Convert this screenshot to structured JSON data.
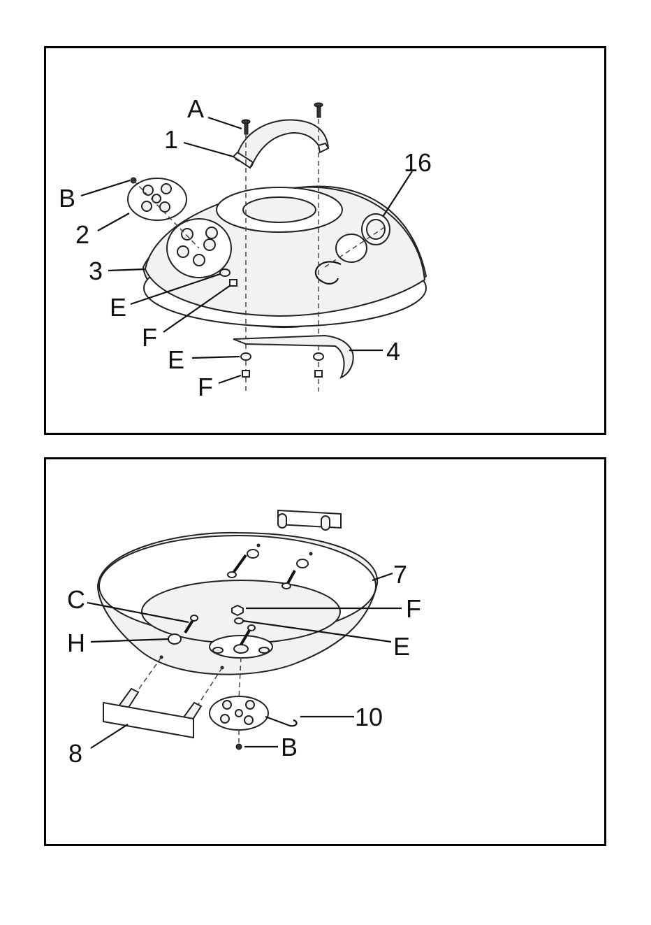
{
  "top_diagram": {
    "labels": {
      "A": "A",
      "one": "1",
      "B": "B",
      "two": "2",
      "three": "3",
      "sixteen": "16",
      "E1": "E",
      "F1": "F",
      "E2": "E",
      "four": "4",
      "F2": "F"
    }
  },
  "bottom_diagram": {
    "labels": {
      "seven": "7",
      "C": "C",
      "F": "F",
      "H": "H",
      "E": "E",
      "ten": "10",
      "eight": "8",
      "B": "B"
    }
  }
}
